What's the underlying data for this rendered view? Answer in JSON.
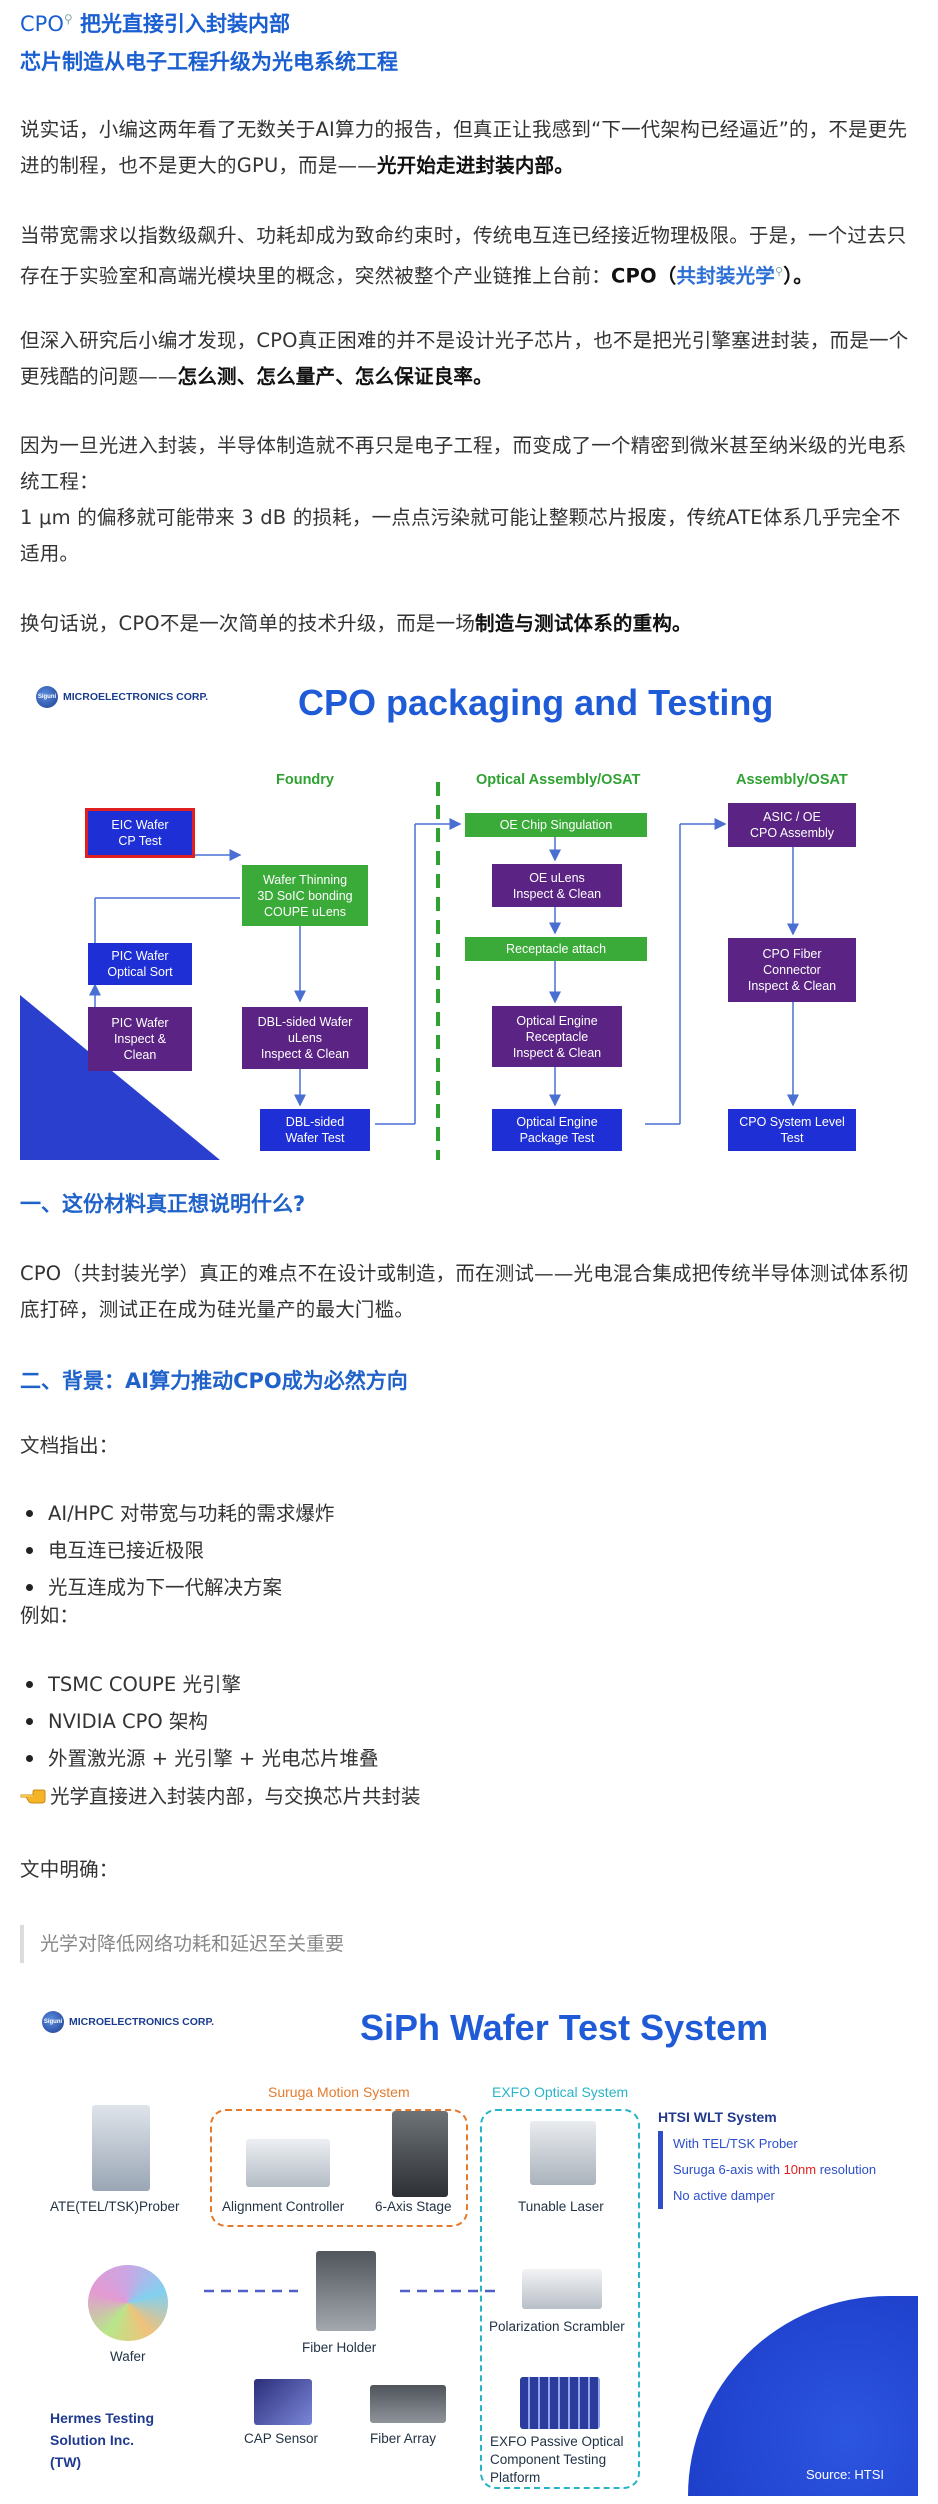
{
  "header": {
    "line1_prefix": "CPO",
    "line1_rest": "把光直接引入封装内部",
    "line2": "芯片制造从电子工程升级为光电系统工程"
  },
  "para1": {
    "a": "说实话，小编这两年看了无数关于AI算力的报告，但真正让我感到“下一代架构已经逼近”的，不是更先进的制程，也不是更大的GPU，而是——",
    "b": "光开始走进封装内部。"
  },
  "para2": {
    "a": "当带宽需求以指数级飙升、功耗却成为致命约束时，传统电互连已经接近物理极限。于是，一个过去只存在于实验室和高端光模块里的概念，突然被整个产业链推上台前：",
    "b": "CPO（",
    "link": "共封装光学",
    "c": "）。"
  },
  "para3": {
    "a": "但深入研究后小编才发现，CPO真正困难的并不是设计光子芯片，也不是把光引擎塞进封装，而是一个更残酷的问题——",
    "b": "怎么测、怎么量产、怎么保证良率。"
  },
  "para4": {
    "a": "因为一旦光进入封装，半导体制造就不再只是电子工程，而变成了一个精密到微米甚至纳米级的光电系统工程：",
    "b": "1 μm 的偏移就可能带来 3 dB 的损耗，一点点污染就可能让整颗芯片报废，传统ATE体系几乎完全不适用。"
  },
  "para5": {
    "a": "换句话说，CPO不是一次简单的技术升级，而是一场",
    "b": "制造与测试体系的重构。"
  },
  "figure1": {
    "logo": "MICROELECTRONICS CORP.",
    "logo_badge": "Siguni",
    "title": "CPO packaging and Testing",
    "col_foundry": "Foundry",
    "col_osat": "Optical Assembly/OSAT",
    "col_assembly": "Assembly/OSAT",
    "boxes": {
      "eic": "EIC Wafer\nCP Test",
      "pic_sort": "PIC Wafer\nOptical  Sort",
      "pic_inspect": "PIC Wafer\nInspect &\nClean",
      "thinning": "Wafer Thinning\n3D SoIC bonding\nCOUPE uLens",
      "dbl_inspect": "DBL-sided Wafer\nuLens\nInspect & Clean",
      "dbl_test": "DBL-sided\nWafer Test",
      "oe_sing": "OE Chip Singulation",
      "oe_ulens": "OE uLens\nInspect & Clean",
      "receptacle": "Receptacle attach",
      "oe_recept": "Optical Engine\nReceptacle\nInspect & Clean",
      "oe_pkg": "Optical Engine\nPackage Test",
      "asic": "ASIC / OE\nCPO Assembly",
      "fiber": "CPO Fiber\nConnector\nInspect & Clean",
      "sys_test": "CPO System Level\nTest"
    }
  },
  "section1": {
    "title": "一、这份材料真正想说明什么?",
    "body": "CPO（共封装光学）真正的难点不在设计或制造，而在测试——光电混合集成把传统半导体测试体系彻底打碎，测试正在成为硅光量产的最大门槛。"
  },
  "section2": {
    "title": "二、背景：AI算力推动CPO成为必然方向",
    "intro": "文档指出：",
    "bullets1": [
      "AI/HPC 对带宽与功耗的需求爆炸",
      "电互连已接近极限",
      "光互连成为下一代解决方案"
    ],
    "example": "例如：",
    "bullets2": [
      "TSMC COUPE 光引擎",
      "NVIDIA CPO 架构",
      "外置激光源 + 光引擎 + 光电芯片堆叠"
    ],
    "pointer": "光学直接进入封装内部，与交换芯片共封装",
    "clear": "文中明确：",
    "quote": "光学对降低网络功耗和延迟至关重要"
  },
  "figure2": {
    "logo": "MICROELECTRONICS CORP.",
    "logo_badge": "Siguni",
    "title": "SiPh Wafer Test System",
    "suruga": "Suruga Motion System",
    "exfo": "EXFO Optical System",
    "htsi_title": "HTSI WLT System",
    "htsi_items": [
      "With TEL/TSK Prober",
      "Suruga 6-axis with ",
      "No active damper"
    ],
    "htsi_highlight": "10nm",
    "htsi_after": " resolution",
    "labels": {
      "ate": "ATE(TEL/TSK)Prober",
      "align": "Alignment Controller",
      "stage": "6-Axis Stage",
      "laser": "Tunable Laser",
      "wafer": "Wafer",
      "fiber_holder": "Fiber Holder",
      "scrambler": "Polarization Scrambler",
      "cap": "CAP Sensor",
      "array": "Fiber Array",
      "exfo_passive": "EXFO Passive Optical\nComponent Testing\nPlatform"
    },
    "company": "Hermes Testing\nSolution Inc.\n(TW)",
    "source": "Source: HTSI"
  }
}
